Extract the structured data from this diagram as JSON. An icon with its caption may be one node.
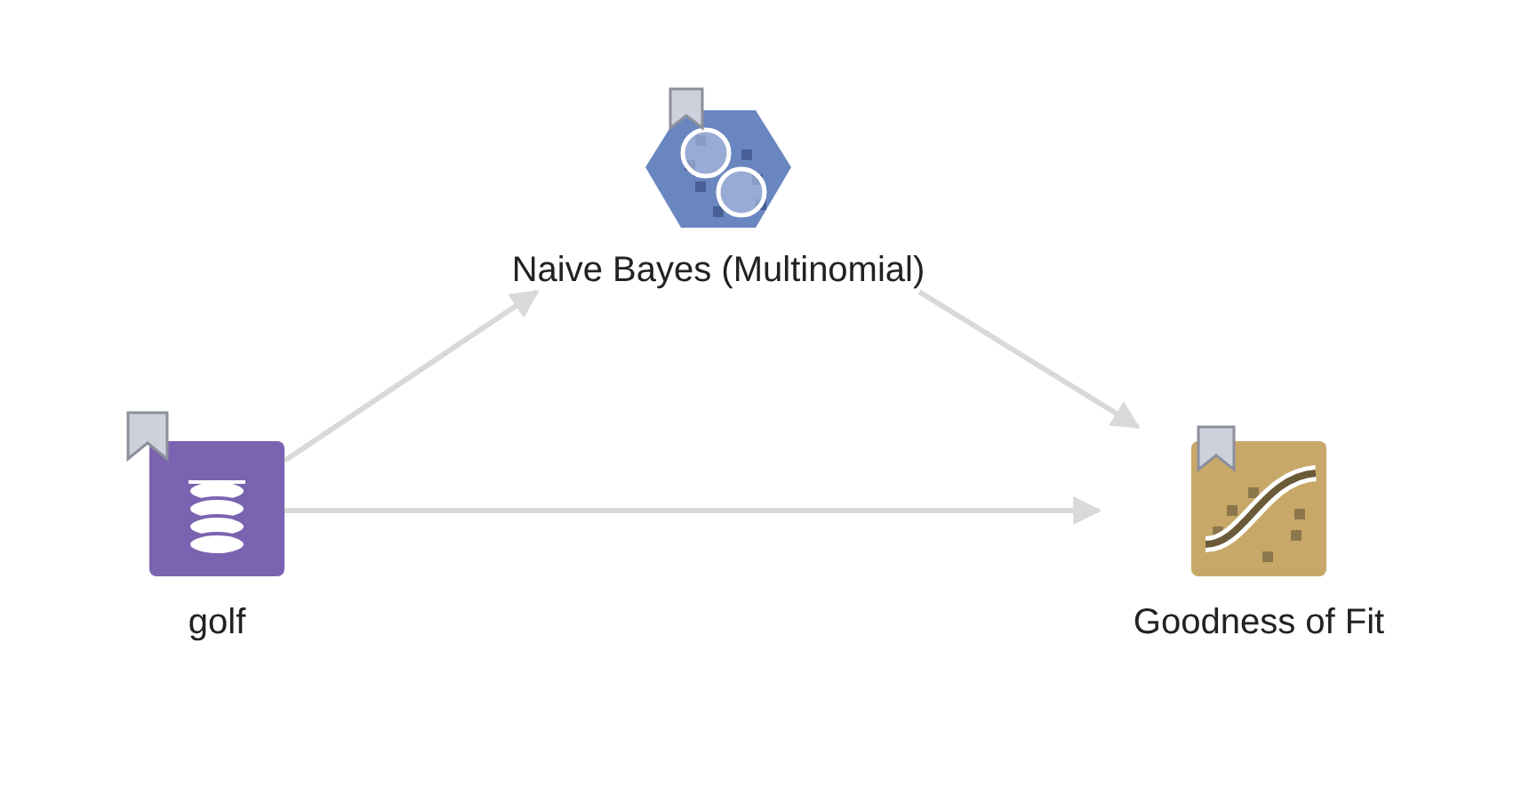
{
  "diagram": {
    "nodes": [
      {
        "text": [
          "golf"
        ]
      },
      {
        "text": [
          "Naive Bayes (Multinomial)"
        ]
      },
      {
        "text": [
          "Goodness of Fit"
        ]
      }
    ],
    "edges": [
      {
        "from": 0,
        "to": 1,
        "arrow": "to"
      },
      {
        "from": 1,
        "to": 2,
        "arrow": "to"
      },
      {
        "from": 0,
        "to": 2,
        "arrow": "to"
      }
    ]
  }
}
